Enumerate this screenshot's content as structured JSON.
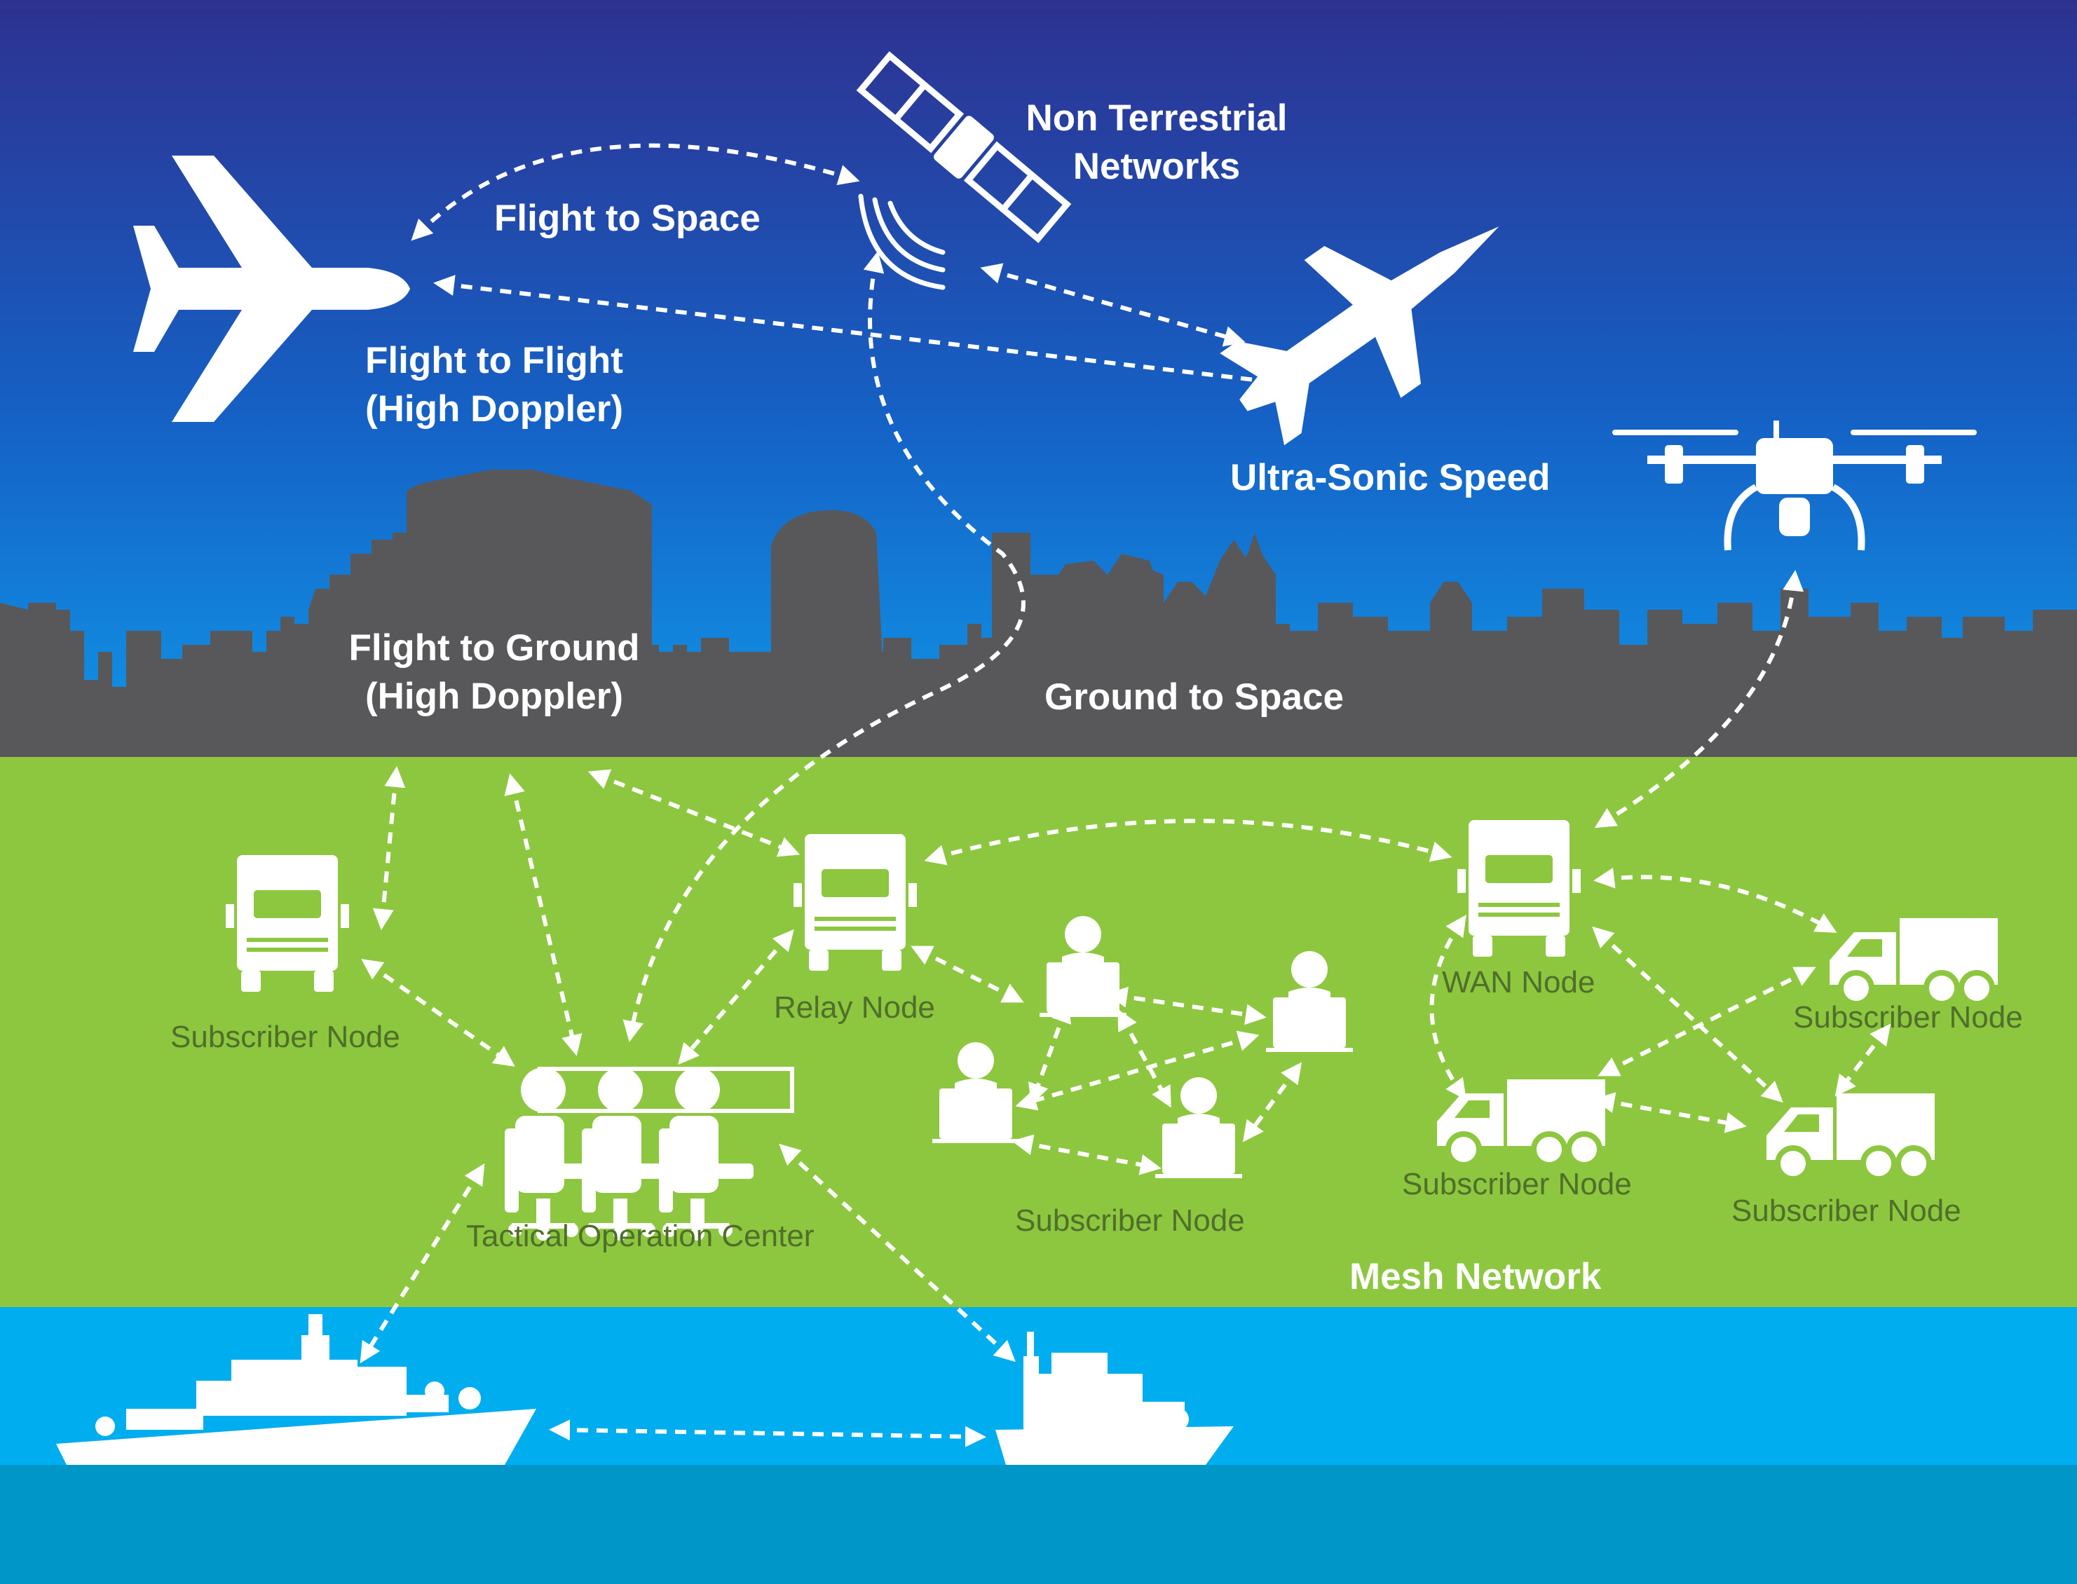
{
  "labels": {
    "non_terrestrial_line1": "Non Terrestrial",
    "non_terrestrial_line2": "Networks",
    "flight_to_space": "Flight to Space",
    "flight_to_flight_line1": "Flight to Flight",
    "flight_to_flight_line2": "(High Doppler)",
    "ultra_sonic": "Ultra-Sonic Speed",
    "flight_to_ground_line1": "Flight to Ground",
    "flight_to_ground_line2": "(High Doppler)",
    "ground_to_space": "Ground to Space",
    "mesh_network": "Mesh Network"
  },
  "nodes": {
    "subscriber_left": "Subscriber Node",
    "relay": "Relay Node",
    "wan": "WAN Node",
    "subscriber_right_top": "Subscriber Node",
    "subscriber_center": "Subscriber Node",
    "subscriber_bottom_mid": "Subscriber Node",
    "subscriber_bottom_right": "Subscriber Node",
    "toc": "Tactical Operation Center"
  },
  "colors": {
    "sky_top": "#2e3190",
    "sky_bottom": "#0e8ee0",
    "skyline": "#58585a",
    "ground": "#8dc63f",
    "sea": "#00aeef",
    "sea_deep": "#0096c7",
    "node_text": "#4f6f2a",
    "icon": "#ffffff"
  }
}
